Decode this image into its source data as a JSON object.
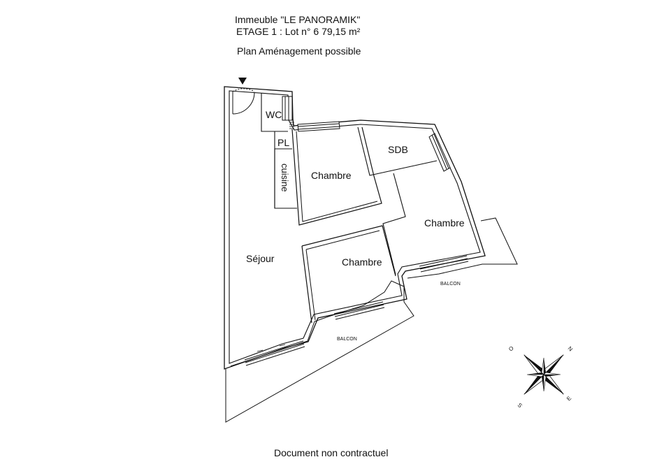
{
  "header": {
    "building": "Immeuble \"LE PANORAMIK\"",
    "floor_lot": "ETAGE 1 : Lot n° 6  79,15 m²",
    "plan_type": "Plan Aménagement possible"
  },
  "rooms": {
    "wc": "WC",
    "pl": "PL",
    "cuisine": "cuisine",
    "chambre_1": "Chambre",
    "sdb": "SDB",
    "chambre_2": "Chambre",
    "chambre_3": "Chambre",
    "sejour": "Séjour"
  },
  "balconies": {
    "balcon_main": "BALCON",
    "balcon_right": "BALCON"
  },
  "compass": {
    "n": "N",
    "s": "S",
    "e": "E",
    "o": "O"
  },
  "footer": {
    "disclaimer": "Document non contractuel"
  },
  "colors": {
    "line": "#111111",
    "background": "#ffffff"
  }
}
